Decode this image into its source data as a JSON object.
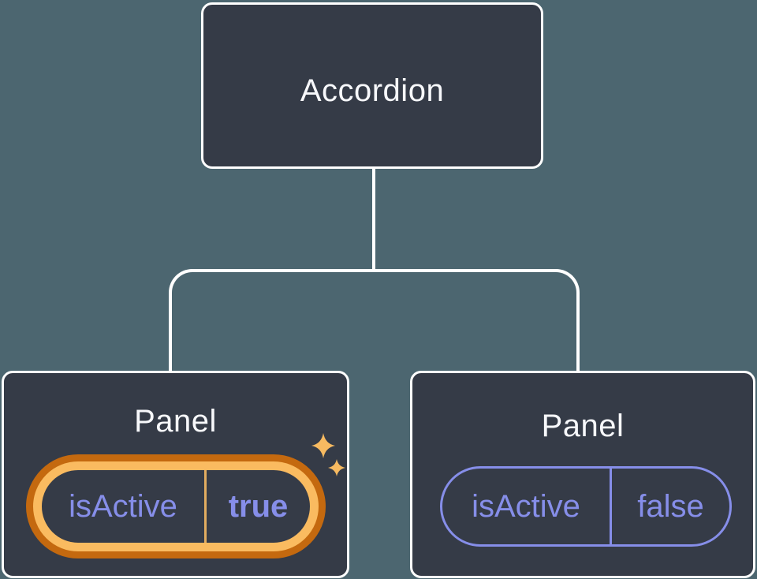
{
  "tree": {
    "root": {
      "label": "Accordion"
    },
    "children": [
      {
        "label": "Panel",
        "state": {
          "name": "isActive",
          "value": "true"
        },
        "highlighted": true,
        "badge_icon": "sparkles-icon"
      },
      {
        "label": "Panel",
        "state": {
          "name": "isActive",
          "value": "false"
        },
        "highlighted": false
      }
    ]
  },
  "colors": {
    "background": "#4C6670",
    "node_fill": "#353B47",
    "node_border": "#FFFFFF",
    "connector": "#FFFFFF",
    "label_text": "#F7F8FB",
    "state_text": "#868EE9",
    "state_pill_border": "#868EE9",
    "highlight_outer_ring": "#C4690F",
    "highlight_inner_ring": "#FABB60",
    "highlight_divider": "#E2AC60",
    "sparkle": "#F7BA61"
  }
}
